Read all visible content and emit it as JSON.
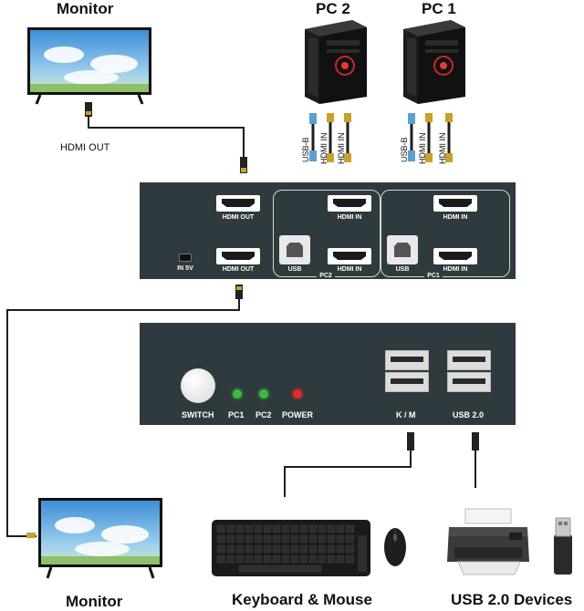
{
  "titles": {
    "monitor_top": "Monitor",
    "pc2": "PC 2",
    "pc1": "PC 1",
    "monitor_bottom": "Monitor",
    "keyboard_mouse": "Keyboard & Mouse",
    "usb_devices": "USB 2.0 Devices"
  },
  "labels": {
    "hdmi_out_text": "HDMI OUT",
    "cable_usb_b": "USB-B",
    "cable_hdmi_in": "HDMI IN"
  },
  "rear_panel": {
    "hdmi_out_1": "HDMI OUT",
    "hdmi_out_2": "HDMI OUT",
    "power_in": "IN 5V",
    "pc2_hdmi_in_1": "HDMI IN",
    "pc2_hdmi_in_2": "HDMI IN",
    "pc2_usb": "USB",
    "pc2_group": "PC2",
    "pc1_hdmi_in_1": "HDMI IN",
    "pc1_hdmi_in_2": "HDMI IN",
    "pc1_usb": "USB",
    "pc1_group": "PC1"
  },
  "front_panel": {
    "switch": "SWITCH",
    "pc1": "PC1",
    "pc2": "PC2",
    "power": "POWER",
    "km": "K / M",
    "usb2": "USB 2.0"
  },
  "colors": {
    "device_body": "#2f3a3e",
    "led_green": "#3dbb3d",
    "led_red": "#e02a2a",
    "cable": "#1e1e1e"
  }
}
